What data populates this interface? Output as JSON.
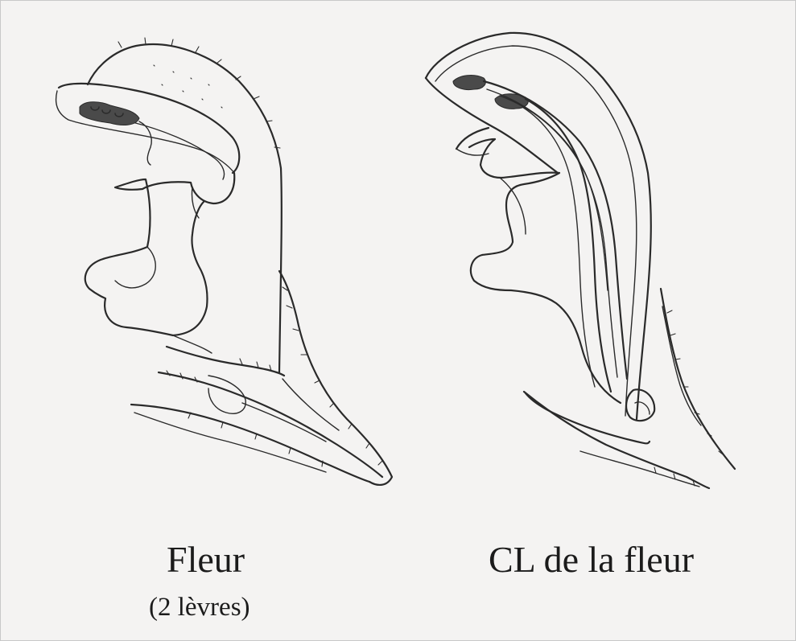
{
  "figure": {
    "left_panel": {
      "title": "Fleur",
      "subtitle": "(2 lèvres)"
    },
    "right_panel": {
      "title": "CL de la fleur"
    }
  }
}
